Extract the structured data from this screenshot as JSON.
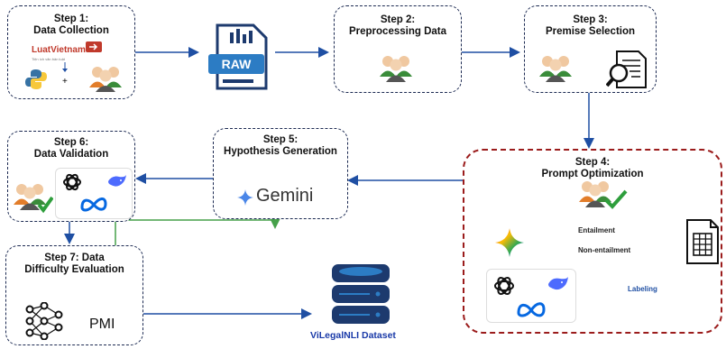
{
  "steps": {
    "s1": {
      "line1": "Step 1:",
      "line2": "Data Collection"
    },
    "s2": {
      "line1": "Step 2:",
      "line2": "Preprocessing Data"
    },
    "s3": {
      "line1": "Step 3:",
      "line2": "Premise Selection"
    },
    "s4": {
      "line1": "Step 4:",
      "line2": "Prompt Optimization"
    },
    "s5": {
      "line1": "Step 5:",
      "line2": "Hypothesis Generation"
    },
    "s6": {
      "line1": "Step 6:",
      "line2": "Data Validation"
    },
    "s7": {
      "line1": "Step 7: Data",
      "line2": "Difficulty Evaluation"
    }
  },
  "logos": {
    "luat": "LuatVietnam",
    "luat_sub": "Tiện ích văn bản luật",
    "raw": "RAW",
    "gemini": "Gemini",
    "pmi": "PMI",
    "plus": "+"
  },
  "labels": {
    "entailment": "Entailment",
    "non_entailment": "Non-entailment",
    "labeling": "Labeling",
    "dataset": "ViLegalNLI Dataset"
  },
  "colors": {
    "flow_arrow": "#1f4fa3",
    "feedback_arrow": "#46a14a",
    "box_border": "#1c2a52",
    "opt_border": "#9b1c1c",
    "dataset_text": "#1a3aa8"
  }
}
